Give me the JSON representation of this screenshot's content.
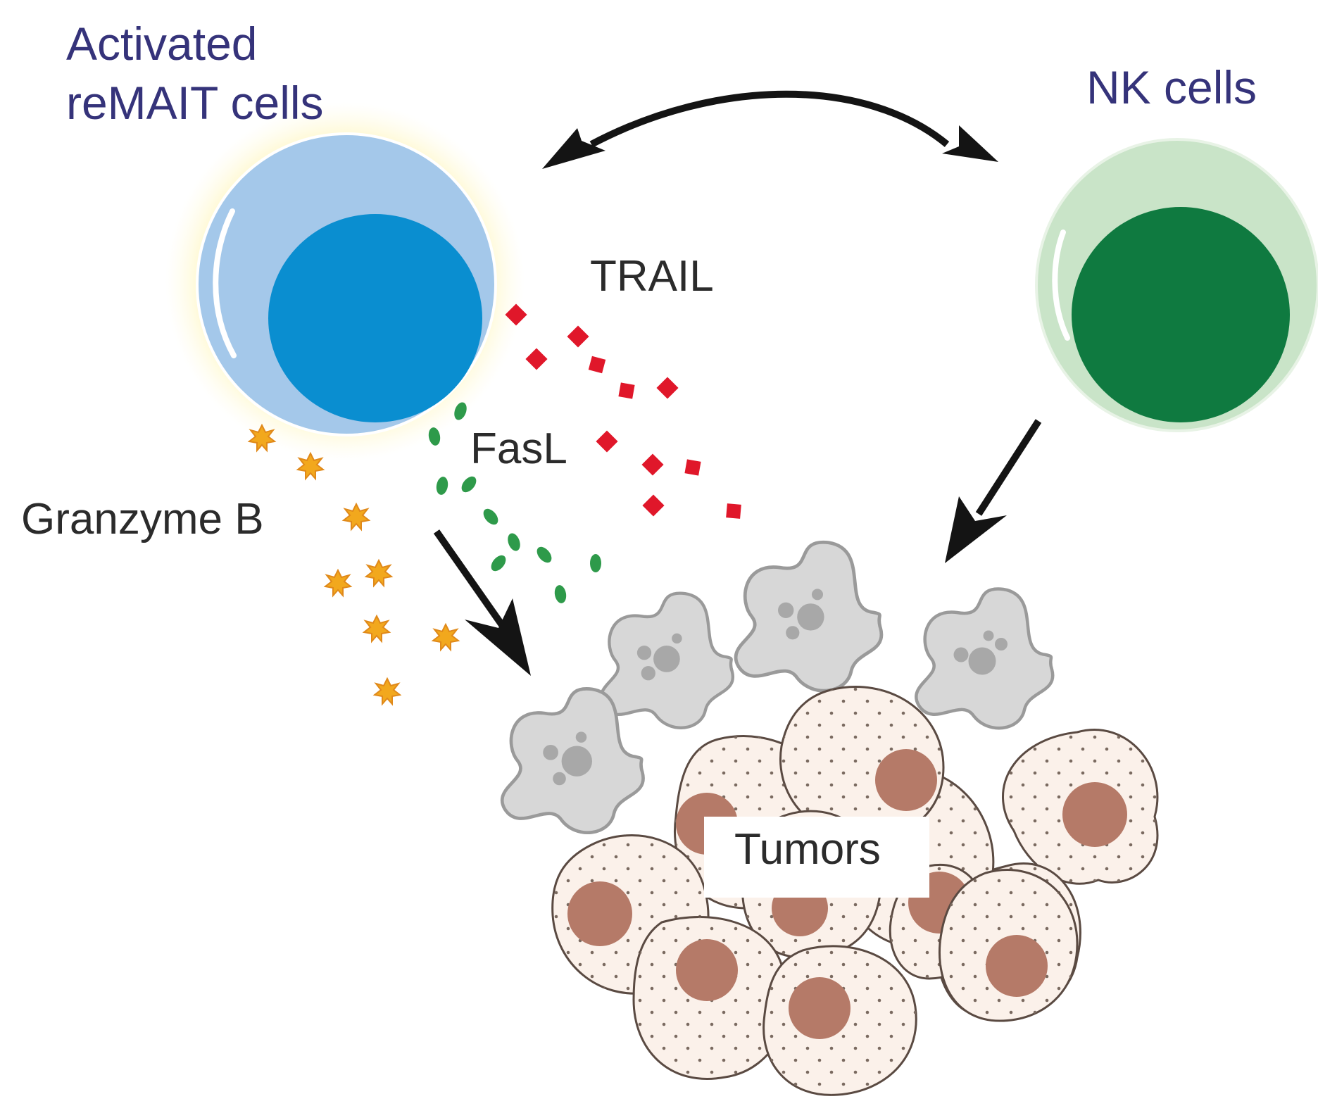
{
  "labels": {
    "remait_line1": "Activated",
    "remait_line2": "reMAIT cells",
    "nk": "NK cells",
    "trail": "TRAIL",
    "fasl": "FasL",
    "granzyme": "Granzyme B",
    "tumors": "Tumors"
  },
  "colors": {
    "label_blue": "#35337a",
    "label_dark": "#2b2b2b",
    "remait_outer": "#a4c8ea",
    "remait_nucleus": "#0a8ed0",
    "remait_glow": "#fff3a8",
    "nk_outer": "#c9e4c8",
    "nk_nucleus": "#0f7a40",
    "trail": "#e0172a",
    "fasl": "#2e9a4a",
    "granzyme": "#f2a81d",
    "dying_cell": "#d8d8d8",
    "tumor_cell": "#fbf1ea",
    "tumor_nucleus": "#b57a68",
    "arrow": "#141414"
  },
  "icons": [
    "remait-cell-icon",
    "nk-cell-icon",
    "trail-molecule-icon",
    "fasl-molecule-icon",
    "granzyme-b-icon",
    "dying-tumor-cell-icon",
    "tumor-cell-icon"
  ]
}
